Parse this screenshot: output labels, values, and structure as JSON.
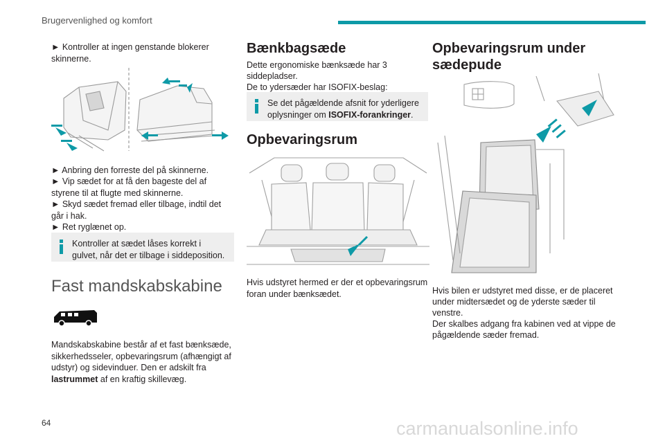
{
  "header": {
    "section_title": "Brugervenlighed og komfort",
    "accent_color": "#0e9aa7"
  },
  "col1": {
    "intro": "► Kontroller at ingen genstande blokerer skinnerne.",
    "steps": [
      "► Anbring den forreste del på skinnerne.",
      "► Vip sædet for at få den bageste del af styrene til at flugte med skinnerne.",
      "► Skyd sædet fremad eller tilbage, indtil det går i hak.",
      "► Ret ryglænet op."
    ],
    "note": "Kontroller at sædet låses korrekt i gulvet, når det er tilbage i siddeposition.",
    "section_heading": "Fast mandskabskabine",
    "paragraph_a": "Mandskabskabine består af et fast bænksæde, sikkerhedsseler, opbevaringsrum (afhængigt af udstyr) og sidevinduer. Den er adskilt fra ",
    "paragraph_bold": "lastrummet",
    "paragraph_b": " af en kraftig skillevæg."
  },
  "col2": {
    "heading": "Bænkbagsæde",
    "lines": [
      "Dette ergonomiske bænksæde har 3",
      "siddepladser.",
      "De to ydersæder har ISOFIX-beslag:"
    ],
    "note_a": "Se det pågældende afsnit for yderligere oplysninger om ",
    "note_bold": "ISOFIX-forankringer",
    "note_b": ".",
    "heading2": "Opbevaringsrum",
    "paragraph": "Hvis udstyret hermed er der et opbevaringsrum foran under bænksædet."
  },
  "col3": {
    "heading_line1": "Opbevaringsrum under",
    "heading_line2": "sædepude",
    "lines": [
      "Hvis bilen er udstyret med disse, er de placeret",
      "under midtersædet og de yderste sæder til",
      "venstre.",
      "Der skalbes adgang fra kabinen ved at vippe de",
      "pågældende sæder fremad."
    ]
  },
  "footer": {
    "page_number": "64",
    "watermark": "carmanualsonline.info"
  }
}
